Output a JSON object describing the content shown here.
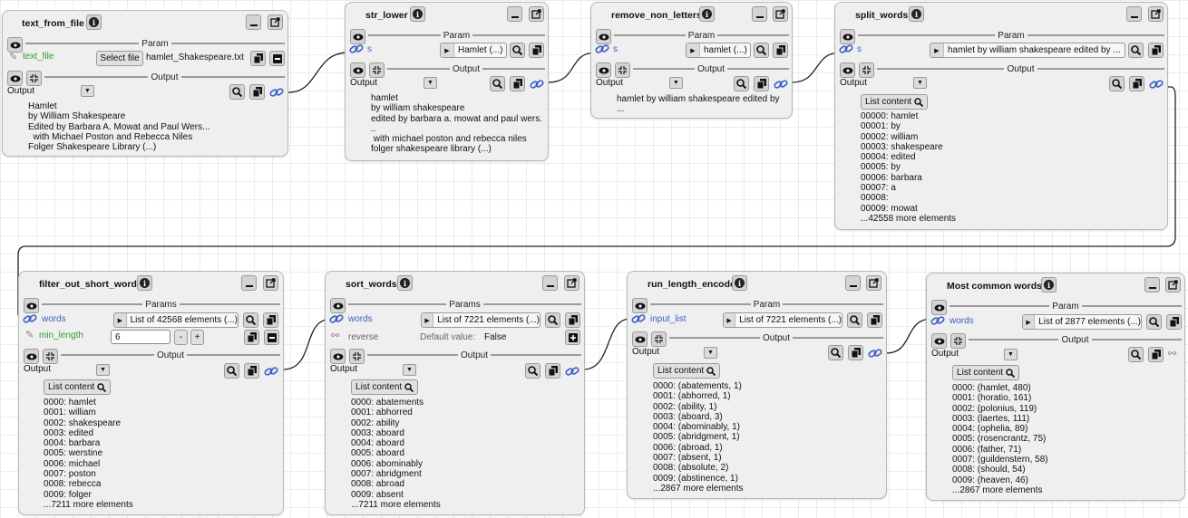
{
  "common": {
    "param": "Param",
    "params": "Params",
    "output": "Output",
    "output_label": "Output",
    "list_content": "List content"
  },
  "nodes": {
    "text_from_file": {
      "title": "text_from_file",
      "param_label": "text_file",
      "select_file": "Select file",
      "file_name": "hamlet_Shakespeare.txt",
      "output_lines": [
        "Hamlet",
        "by William Shakespeare",
        "Edited by Barbara A. Mowat and Paul Wers...",
        "  with Michael Poston and Rebecca Niles",
        "Folger Shakespeare Library (...)"
      ]
    },
    "str_lower": {
      "title": "str_lower",
      "param_label": "s",
      "value": "Hamlet (...)",
      "output_lines": [
        "hamlet",
        "by william shakespeare",
        "edited by barbara a. mowat and paul wers.",
        "..",
        " with michael poston and rebecca niles",
        "folger shakespeare library (...)"
      ]
    },
    "remove_non_letters": {
      "title": "remove_non_letters",
      "param_label": "s",
      "value": "hamlet (...)",
      "output_lines": [
        "hamlet by william shakespeare edited by",
        "..."
      ]
    },
    "split_words": {
      "title": "split_words",
      "param_label": "s",
      "value": "hamlet by william shakespeare edited by ...",
      "output_lines": [
        "00000: hamlet",
        "00001: by",
        "00002: william",
        "00003: shakespeare",
        "00004: edited",
        "00005: by",
        "00006: barbara",
        "00007: a",
        "00008:",
        "00009: mowat",
        "...42558 more elements"
      ]
    },
    "filter_out_short_words": {
      "title": "filter_out_short_words",
      "param_label": "words",
      "value": "List of 42568 elements (...)",
      "min_label": "min_length",
      "min_value": "6",
      "minus": "-",
      "plus": "+",
      "output_lines": [
        "0000: hamlet",
        "0001: william",
        "0002: shakespeare",
        "0003: edited",
        "0004: barbara",
        "0005: werstine",
        "0006: michael",
        "0007: poston",
        "0008: rebecca",
        "0009: folger",
        "...7211 more elements"
      ]
    },
    "sort_words": {
      "title": "sort_words",
      "param_label": "words",
      "value": "List of 7221 elements (...)",
      "reverse_label": "reverse",
      "default_text": "Default value:",
      "default_value": "False",
      "output_lines": [
        "0000: abatements",
        "0001: abhorred",
        "0002: ability",
        "0003: aboard",
        "0004: aboard",
        "0005: aboard",
        "0006: abominably",
        "0007: abridgment",
        "0008: abroad",
        "0009: absent",
        "...7211 more elements"
      ]
    },
    "run_length_encode": {
      "title": "run_length_encode",
      "param_label": "input_list",
      "value": "List of 7221 elements (...)",
      "output_lines": [
        "0000: (abatements, 1)",
        "0001: (abhorred, 1)",
        "0002: (ability, 1)",
        "0003: (aboard, 3)",
        "0004: (abominably, 1)",
        "0005: (abridgment, 1)",
        "0006: (abroad, 1)",
        "0007: (absent, 1)",
        "0008: (absolute, 2)",
        "0009: (abstinence, 1)",
        "...2867 more elements"
      ]
    },
    "most_common_words": {
      "title": "Most common words",
      "param_label": "words",
      "value": "List of 2877 elements (...)",
      "output_lines": [
        "0000: (hamlet, 480)",
        "0001: (horatio, 161)",
        "0002: (polonius, 119)",
        "0003: (laertes, 111)",
        "0004: (ophelia, 89)",
        "0005: (rosencrantz, 75)",
        "0006: (father, 71)",
        "0007: (guildenstern, 58)",
        "0008: (should, 54)",
        "0009: (heaven, 46)",
        "...2867 more elements"
      ]
    }
  },
  "colors": {
    "param_link_blue": "#3b5fc8",
    "param_file_green": "#2f9a2f",
    "wire": "#222222",
    "node_bg": "#efefef"
  },
  "icons": [
    "info-icon",
    "minimize-icon",
    "popout-icon",
    "eye-icon",
    "collapse-icon",
    "zoom-icon",
    "copy-icon",
    "link-icon",
    "pencil-icon",
    "play-icon",
    "delete-icon",
    "add-icon",
    "ghost-link-icon"
  ]
}
